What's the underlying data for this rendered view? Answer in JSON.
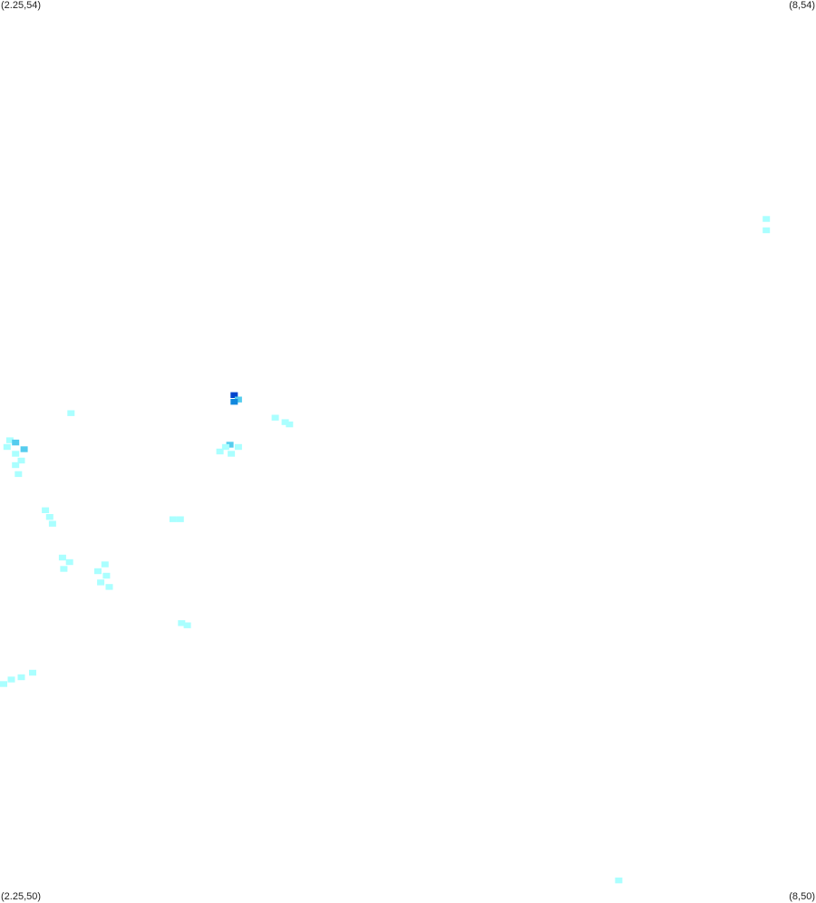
{
  "corners": {
    "top_left": "(2.25,54)",
    "top_right": "(8,54)",
    "bottom_left": "(2.25,50)",
    "bottom_right": "(8,50)"
  },
  "colors": {
    "background": "#ffffff",
    "level_low": "#aaffff",
    "level_mid": "#55ccee",
    "level_high": "#1188dd",
    "level_max": "#0044cc"
  },
  "extent": {
    "lon_min": 2.25,
    "lon_max": 8,
    "lat_min": 50,
    "lat_max": 54
  },
  "map_data": {
    "type": "raster-intensity",
    "cell_deg": [
      0.032,
      0.016
    ],
    "cells": [
      {
        "lon": 7.65,
        "lat": 53.03,
        "level": "low"
      },
      {
        "lon": 7.65,
        "lat": 52.98,
        "level": "low"
      },
      {
        "lon": 3.9,
        "lat": 52.25,
        "level": "max"
      },
      {
        "lon": 3.93,
        "lat": 52.23,
        "level": "mid"
      },
      {
        "lon": 3.9,
        "lat": 52.22,
        "level": "high"
      },
      {
        "lon": 2.75,
        "lat": 52.17,
        "level": "low"
      },
      {
        "lon": 4.19,
        "lat": 52.15,
        "level": "low"
      },
      {
        "lon": 4.26,
        "lat": 52.13,
        "level": "low"
      },
      {
        "lon": 4.29,
        "lat": 52.12,
        "level": "low"
      },
      {
        "lon": 2.32,
        "lat": 52.05,
        "level": "low"
      },
      {
        "lon": 2.36,
        "lat": 52.04,
        "level": "mid"
      },
      {
        "lon": 2.3,
        "lat": 52.02,
        "level": "low"
      },
      {
        "lon": 2.42,
        "lat": 52.01,
        "level": "mid"
      },
      {
        "lon": 2.36,
        "lat": 51.99,
        "level": "low"
      },
      {
        "lon": 2.4,
        "lat": 51.96,
        "level": "low"
      },
      {
        "lon": 2.36,
        "lat": 51.94,
        "level": "low"
      },
      {
        "lon": 2.38,
        "lat": 51.9,
        "level": "low"
      },
      {
        "lon": 3.87,
        "lat": 52.03,
        "level": "mid"
      },
      {
        "lon": 3.84,
        "lat": 52.02,
        "level": "low"
      },
      {
        "lon": 3.93,
        "lat": 52.02,
        "level": "low"
      },
      {
        "lon": 3.8,
        "lat": 52.0,
        "level": "low"
      },
      {
        "lon": 3.88,
        "lat": 51.99,
        "level": "low"
      },
      {
        "lon": 2.57,
        "lat": 51.74,
        "level": "low"
      },
      {
        "lon": 2.6,
        "lat": 51.71,
        "level": "low"
      },
      {
        "lon": 2.62,
        "lat": 51.68,
        "level": "low"
      },
      {
        "lon": 3.47,
        "lat": 51.7,
        "level": "low"
      },
      {
        "lon": 3.52,
        "lat": 51.7,
        "level": "low"
      },
      {
        "lon": 2.69,
        "lat": 51.53,
        "level": "low"
      },
      {
        "lon": 2.74,
        "lat": 51.51,
        "level": "low"
      },
      {
        "lon": 2.7,
        "lat": 51.48,
        "level": "low"
      },
      {
        "lon": 2.99,
        "lat": 51.5,
        "level": "low"
      },
      {
        "lon": 2.94,
        "lat": 51.47,
        "level": "low"
      },
      {
        "lon": 3.0,
        "lat": 51.45,
        "level": "low"
      },
      {
        "lon": 2.96,
        "lat": 51.42,
        "level": "low"
      },
      {
        "lon": 3.02,
        "lat": 51.4,
        "level": "low"
      },
      {
        "lon": 3.53,
        "lat": 51.24,
        "level": "low"
      },
      {
        "lon": 3.57,
        "lat": 51.23,
        "level": "low"
      },
      {
        "lon": 2.26,
        "lat": 50.97,
        "level": "low"
      },
      {
        "lon": 2.33,
        "lat": 50.99,
        "level": "low"
      },
      {
        "lon": 2.4,
        "lat": 51.0,
        "level": "low"
      },
      {
        "lon": 2.48,
        "lat": 51.02,
        "level": "low"
      },
      {
        "lon": 6.61,
        "lat": 50.1,
        "level": "low"
      }
    ]
  }
}
